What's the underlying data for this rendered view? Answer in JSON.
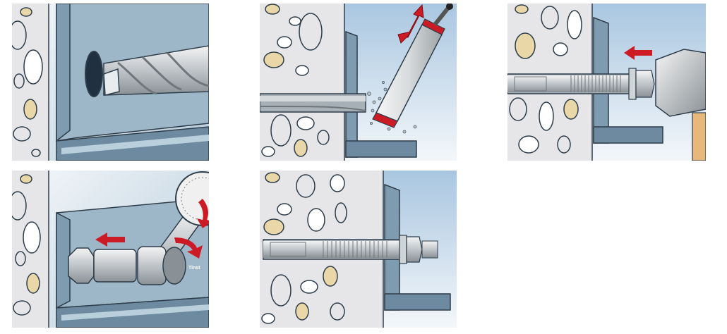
{
  "steps": [
    {
      "id": 1,
      "name": "drill-hole",
      "icon": "drill-icon"
    },
    {
      "id": 2,
      "name": "clean-hole",
      "icon": "blow-pump-icon"
    },
    {
      "id": 3,
      "name": "insert-anchor",
      "icon": "hammer-icon"
    },
    {
      "id": 4,
      "name": "apply-torque",
      "icon": "torque-wrench-icon"
    },
    {
      "id": 5,
      "name": "installed-anchor",
      "icon": "anchor-bolt-icon"
    }
  ],
  "torque_label": "Tinst",
  "colors": {
    "concrete": "#e6e6e8",
    "pebble_white": "#ffffff",
    "pebble_tan": "#e9d7a7",
    "pebble_outline": "#2e3d4a",
    "steel_angle": "#6d8aa0",
    "steel_angle_light": "#b9cfdc",
    "background_sky": "#cfe0ef",
    "arrow_red": "#cc1b24",
    "wood": "#e8b77a"
  }
}
